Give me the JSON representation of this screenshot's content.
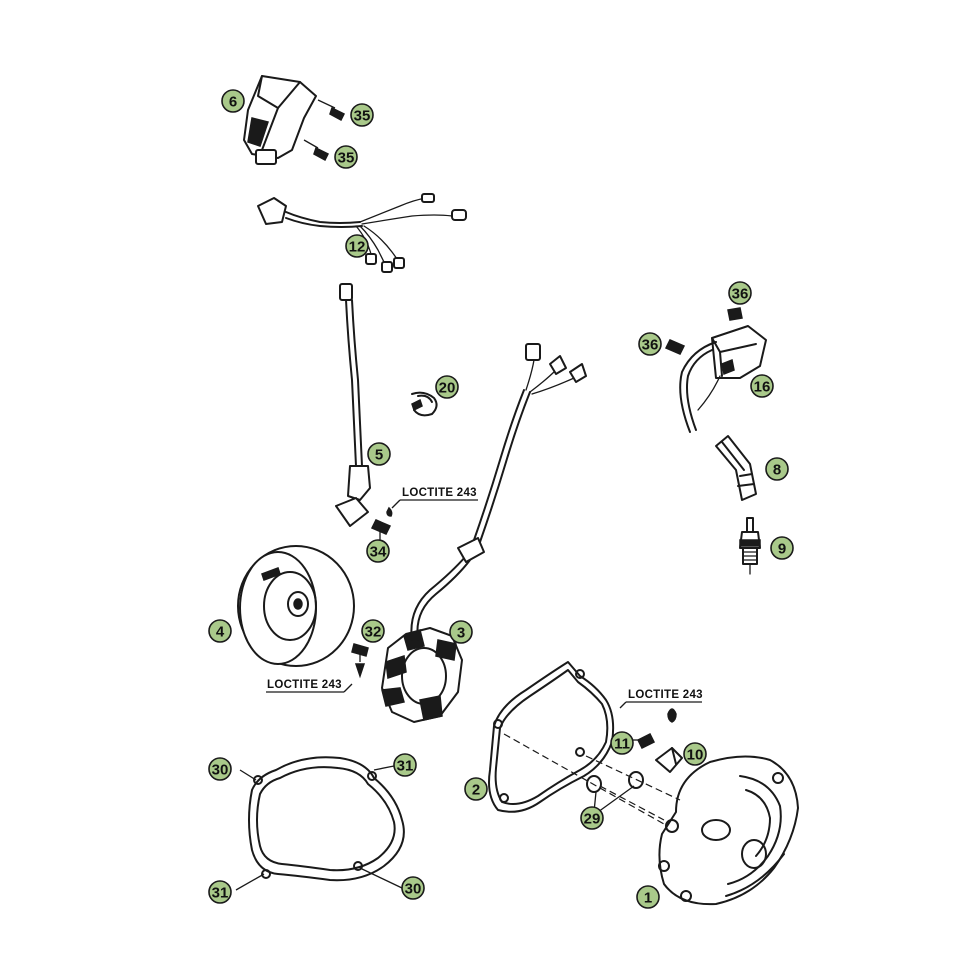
{
  "callouts": {
    "c1": "1",
    "c2": "2",
    "c3": "3",
    "c4": "4",
    "c5": "5",
    "c6": "6",
    "c8": "8",
    "c9": "9",
    "c10": "10",
    "c11": "11",
    "c12": "12",
    "c16": "16",
    "c20": "20",
    "c29": "29",
    "c30a": "30",
    "c30b": "30",
    "c31a": "31",
    "c31b": "31",
    "c32": "32",
    "c34": "34",
    "c35a": "35",
    "c35b": "35",
    "c36a": "36",
    "c36b": "36"
  },
  "notes": {
    "loctite_top": "LOCTITE 243",
    "loctite_mid": "LOCTITE 243",
    "loctite_right": "LOCTITE 243"
  },
  "colors": {
    "callout_fill": "#a9c98a",
    "line": "#1a1a1a",
    "background": "#ffffff"
  }
}
